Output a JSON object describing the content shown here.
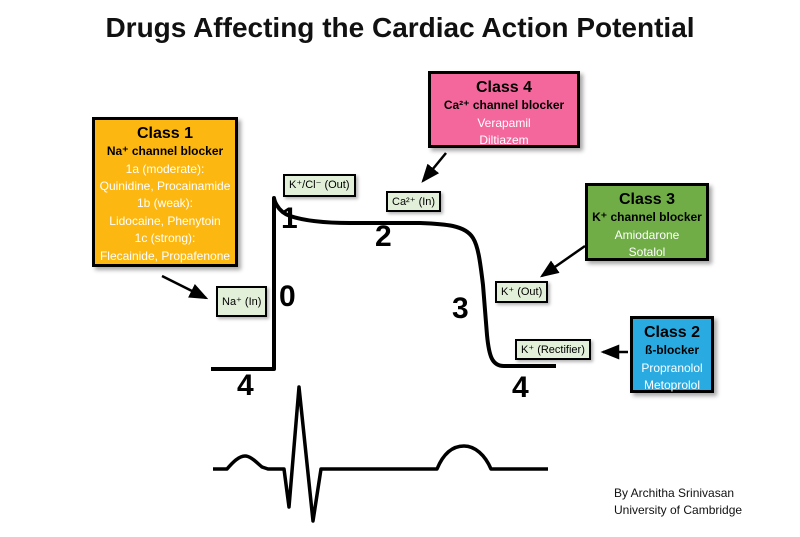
{
  "title": "Drugs Affecting the Cardiac Action Potential",
  "class_boxes": {
    "class1": {
      "title": "Class 1",
      "subtitle": "Na⁺ channel blocker",
      "color": "#FCB811",
      "lines": [
        "1a (moderate):",
        "Quinidine, Procainamide",
        "1b (weak):",
        "Lidocaine, Phenytoin",
        "1c (strong):",
        "Flecainide, Propafenone"
      ]
    },
    "class2": {
      "title": "Class 2",
      "subtitle": "ß-blocker",
      "color": "#29ABE2",
      "lines": [
        "Propranolol",
        "Metoprolol"
      ]
    },
    "class3": {
      "title": "Class 3",
      "subtitle": "K⁺ channel blocker",
      "color": "#70AD47",
      "lines": [
        "Amiodarone",
        "Sotalol"
      ]
    },
    "class4": {
      "title": "Class 4",
      "subtitle": "Ca²⁺ channel blocker",
      "color": "#F4679D",
      "lines": [
        "Verapamil",
        "Diltiazem"
      ]
    }
  },
  "ion_labels": {
    "background": "#E2EFD9",
    "kcl_out": "K⁺/Cl⁻ (Out)",
    "ca_in": "Ca²⁺ (In)",
    "na_in": "Na⁺ (In)",
    "k_out": "K⁺ (Out)",
    "k_rectifier": "K⁺ (Rectifier)"
  },
  "phase_labels": {
    "p0": "0",
    "p1": "1",
    "p2": "2",
    "p3": "3",
    "p4_left": "4",
    "p4_right": "4"
  },
  "attribution": {
    "line1": "By Architha Srinivasan",
    "line2": "University of Cambridge"
  }
}
